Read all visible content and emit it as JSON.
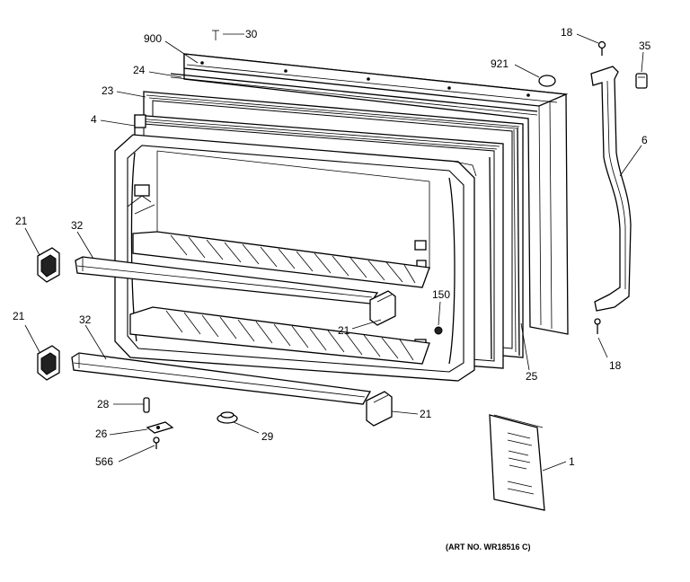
{
  "diagram": {
    "art_number": "(ART NO. WR18516 C)",
    "callouts": {
      "c900": "900",
      "c30": "30",
      "c24": "24",
      "c23": "23",
      "c4": "4",
      "c18a": "18",
      "c35": "35",
      "c921": "921",
      "c6": "6",
      "c21a": "21",
      "c32a": "32",
      "c21b": "21",
      "c32b": "32",
      "c150": "150",
      "c21c": "21",
      "c18b": "18",
      "c25": "25",
      "c28": "28",
      "c21d": "21",
      "c26": "26",
      "c29": "29",
      "c566": "566",
      "c1": "1"
    }
  }
}
